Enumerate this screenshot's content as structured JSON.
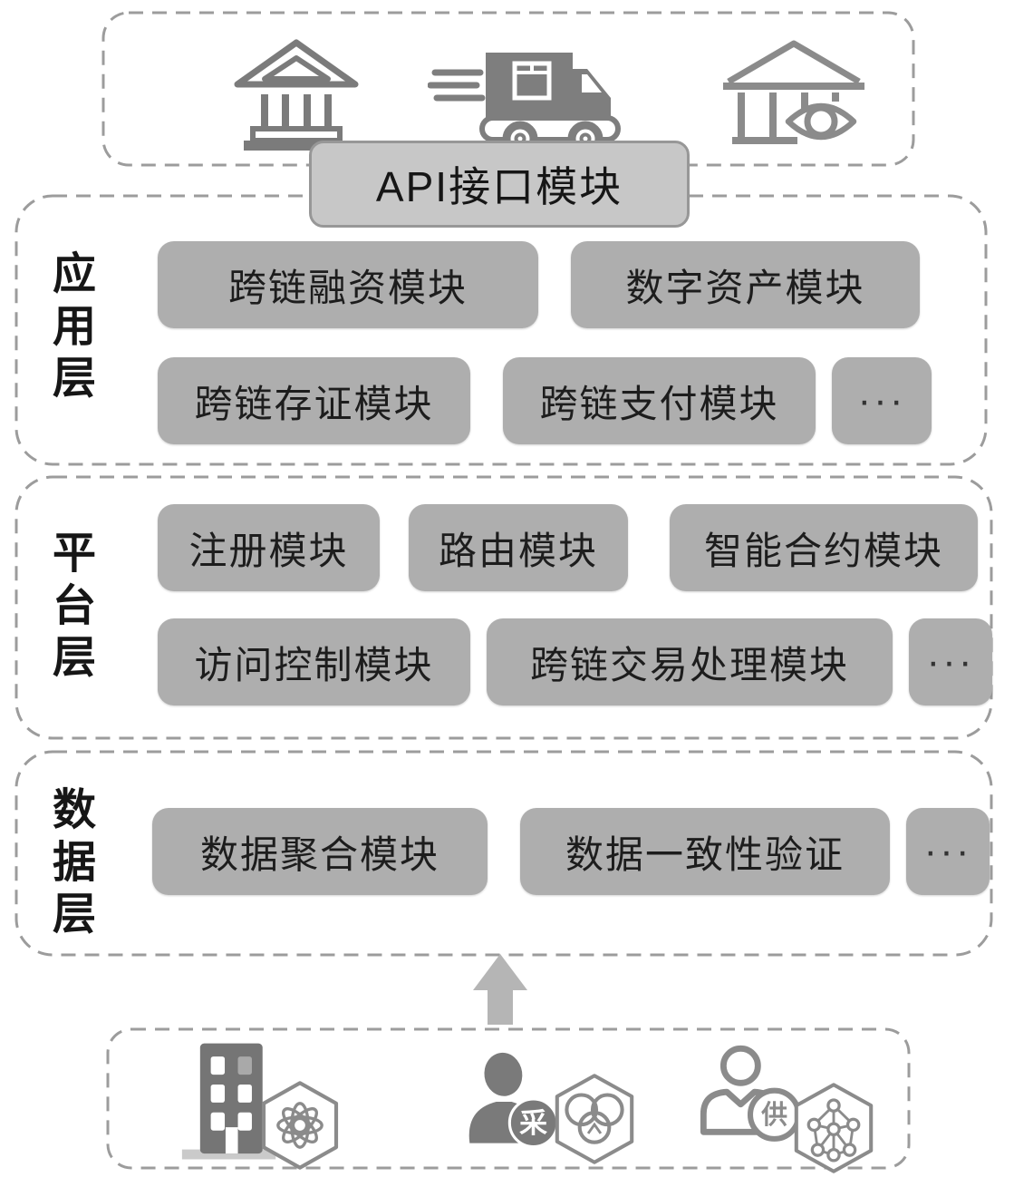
{
  "figure": {
    "title_hint": "跨链平台分层架构图",
    "api_module": {
      "label": "API接口模块"
    },
    "top_actors": {
      "icons": [
        "bank-icon",
        "delivery-truck-icon",
        "bank-eye-icon"
      ]
    },
    "layers": [
      {
        "id": "application",
        "label": "应用层",
        "rows": [
          {
            "modules": [
              {
                "label": "跨链融资模块"
              },
              {
                "label": "数字资产模块"
              }
            ]
          },
          {
            "modules": [
              {
                "label": "跨链存证模块"
              },
              {
                "label": "跨链支付模块"
              },
              {
                "label": "···"
              }
            ]
          }
        ]
      },
      {
        "id": "platform",
        "label": "平台层",
        "rows": [
          {
            "modules": [
              {
                "label": "注册模块"
              },
              {
                "label": "路由模块"
              },
              {
                "label": "智能合约模块"
              }
            ]
          },
          {
            "modules": [
              {
                "label": "访问控制模块"
              },
              {
                "label": "跨链交易处理模块"
              },
              {
                "label": "···"
              }
            ]
          }
        ]
      },
      {
        "id": "data",
        "label": "数据层",
        "rows": [
          {
            "modules": [
              {
                "label": "数据聚合模块"
              },
              {
                "label": "数据一致性验证"
              },
              {
                "label": "···"
              }
            ]
          }
        ]
      }
    ],
    "source_panel": {
      "groups": [
        {
          "icons": [
            "building-icon",
            "atom-hexagon-icon"
          ],
          "badge": ""
        },
        {
          "icons": [
            "person-silhouette-icon",
            "rings-hexagon-icon"
          ],
          "badge": "采"
        },
        {
          "icons": [
            "person-outline-icon",
            "network-hexagon-icon"
          ],
          "badge": "供"
        }
      ]
    },
    "colors": {
      "module_fill": "#aeaeae",
      "api_fill": "#c7c7c7",
      "dashed_border": "#9c9c9c",
      "icon_gray": "#7b7b7b",
      "arrow_gray": "#b5b5b5",
      "text_dark": "#1d1d1d"
    }
  }
}
